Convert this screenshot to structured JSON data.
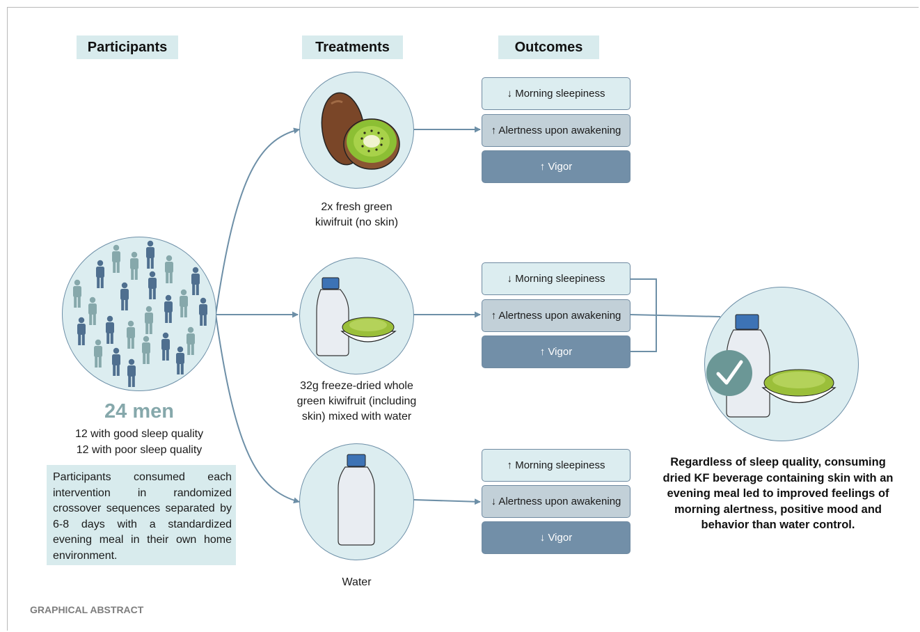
{
  "headers": {
    "participants": "Participants",
    "treatments": "Treatments",
    "outcomes": "Outcomes"
  },
  "participants": {
    "count_label": "24 men",
    "good_sleep": "12 with good sleep quality",
    "poor_sleep": "12 with poor sleep quality",
    "description": "Participants consumed each intervention in randomized crossover sequences separated by 6-8 days with a standardized evening meal in their own home environment."
  },
  "treatments": [
    {
      "caption_line1": "2x fresh green",
      "caption_line2": "kiwifruit (no skin)",
      "caption_line3": ""
    },
    {
      "caption_line1": "32g freeze-dried whole",
      "caption_line2": "green kiwifruit (including",
      "caption_line3": "skin) mixed with water"
    },
    {
      "caption_line1": "Water",
      "caption_line2": "",
      "caption_line3": ""
    }
  ],
  "outcomes": [
    {
      "items": [
        "↓ Morning sleepiness",
        "↑ Alertness upon awakening",
        "↑ Vigor"
      ]
    },
    {
      "items": [
        "↓ Morning sleepiness",
        "↑ Alertness upon awakening",
        "↑ Vigor"
      ]
    },
    {
      "items": [
        "↑ Morning sleepiness",
        "↓ Alertness upon awakening",
        "↓ Vigor"
      ]
    }
  ],
  "conclusion": "Regardless of sleep quality, consuming dried KF beverage containing skin with an evening meal led to improved feelings of morning alertness, positive mood and behavior than water control.",
  "footer": "GRAPHICAL ABSTRACT",
  "colors": {
    "header_bg": "#d8ebed",
    "circle_fill": "#dcedf0",
    "circle_stroke": "#6d8fa7",
    "arrow": "#6d8fa7",
    "person_dark": "#4f6f8f",
    "person_light": "#86a8ab",
    "box_light": "#dcedf0",
    "box_mid": "#c2d0d8",
    "box_dark": "#728fa8"
  },
  "icons": [
    "people-group-icon",
    "kiwifruit-icon",
    "bottle-icon",
    "powder-bowl-icon",
    "checkmark-icon"
  ]
}
